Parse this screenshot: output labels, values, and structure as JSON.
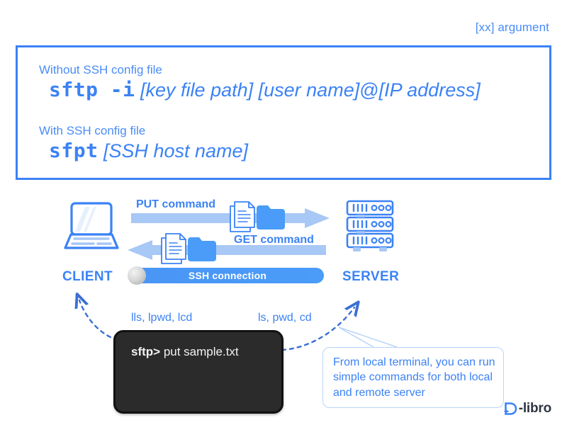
{
  "annotation": {
    "argument_note": "[xx] argument"
  },
  "command_box": {
    "groups": [
      {
        "caption": "Without SSH config file",
        "keyword": "sftp  -i",
        "parts": [
          {
            "type": "arg",
            "text": "[key file path]"
          },
          {
            "type": "space",
            "text": " "
          },
          {
            "type": "arg",
            "text": "[user name]"
          },
          {
            "type": "plain",
            "text": "@"
          },
          {
            "type": "arg",
            "text": "[IP address]"
          }
        ]
      },
      {
        "caption": "With SSH config file",
        "keyword": "sfpt",
        "parts": [
          {
            "type": "arg",
            "text": "[SSH host name]"
          }
        ]
      }
    ]
  },
  "diagram": {
    "client_label": "CLIENT",
    "server_label": "SERVER",
    "put_label": "PUT command",
    "get_label": "GET command",
    "ssh_label": "SSH connection",
    "client_icon": "laptop-icon",
    "server_icon": "server-rack-icon",
    "transfer_icons": [
      "document-icon",
      "folder-icon"
    ]
  },
  "lower": {
    "hint_local": "lls, lpwd, lcd",
    "hint_remote": "ls, pwd, cd",
    "terminal": {
      "prompt": "sftp>",
      "command": " put sample.txt"
    },
    "callout": "From local terminal, you can run simple commands for both local and remote server"
  },
  "logo": {
    "mark": "d-logo-icon",
    "text": "-libro"
  },
  "colors": {
    "primary_blue": "#3b82f6",
    "light_blue": "#a8c8f5",
    "pale_blue": "#dce9fd",
    "callout_border": "#b9d4fb",
    "terminal_bg": "#2b2b2b",
    "logo_text": "#2f3542"
  }
}
